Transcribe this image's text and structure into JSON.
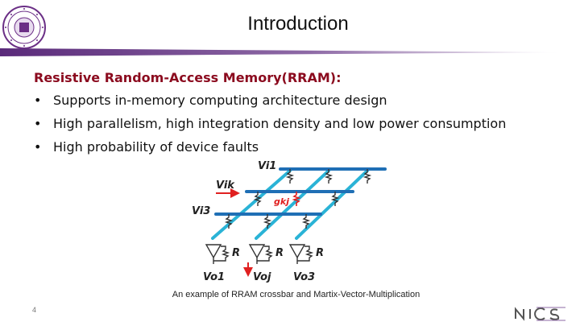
{
  "slide": {
    "title": "Introduction",
    "heading": "Resistive Random-Access Memory(RRAM):",
    "bullets": [
      "Supports in-memory computing architecture design",
      "High parallelism, high integration density and low power consumption",
      "High probability of device faults"
    ],
    "bullet_glyph": "•",
    "caption": "An example of RRAM crossbar and Martix-Vector-Multiplication",
    "page_number": "4"
  },
  "diagram": {
    "labels": {
      "vi1": "Vi1",
      "vik": "Vik",
      "vi3": "Vi3",
      "gkj": "gkj",
      "r": "R",
      "vo1": "Vo1",
      "voj": "Voj",
      "vo3": "Vo3"
    }
  },
  "colors": {
    "accent": "#8b0a1e",
    "wordline": "#1f6fb5",
    "bitline": "#2ab3d6",
    "highlight": "#e02020",
    "title_bar": "#6b2f86"
  },
  "icons": {
    "university_seal": "university-seal-icon",
    "footer_logo": "nics-logo-icon"
  }
}
